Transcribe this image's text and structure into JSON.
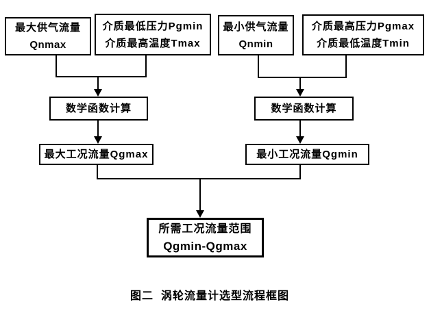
{
  "diagram": {
    "type": "flowchart",
    "caption": "图二  涡轮流量计选型流程框图",
    "colors": {
      "line": "#000000",
      "text": "#000000",
      "background": "#ffffff"
    },
    "nodes": {
      "max_supply_flow": {
        "line1": "最大供气流量",
        "line2": "Qnmax"
      },
      "min_press_max_temp": {
        "line1": "介质最低压力Pgmin",
        "line2": "介质最高温度Tmax"
      },
      "min_supply_flow": {
        "line1": "最小供气流量",
        "line2": "Qnmin"
      },
      "max_press_min_temp": {
        "line1": "介质最高压力Pgmax",
        "line2": "介质最低温度Tmin"
      },
      "math_calc_left": {
        "label": "数学函数计算"
      },
      "math_calc_right": {
        "label": "数学函数计算"
      },
      "max_working_flow": {
        "label": "最大工况流量Qgmax"
      },
      "min_working_flow": {
        "label": "最小工况流量Qgmin"
      },
      "result_range": {
        "line1": "所需工况流量范围",
        "line2": "Qgmin-Qgmax"
      }
    }
  }
}
